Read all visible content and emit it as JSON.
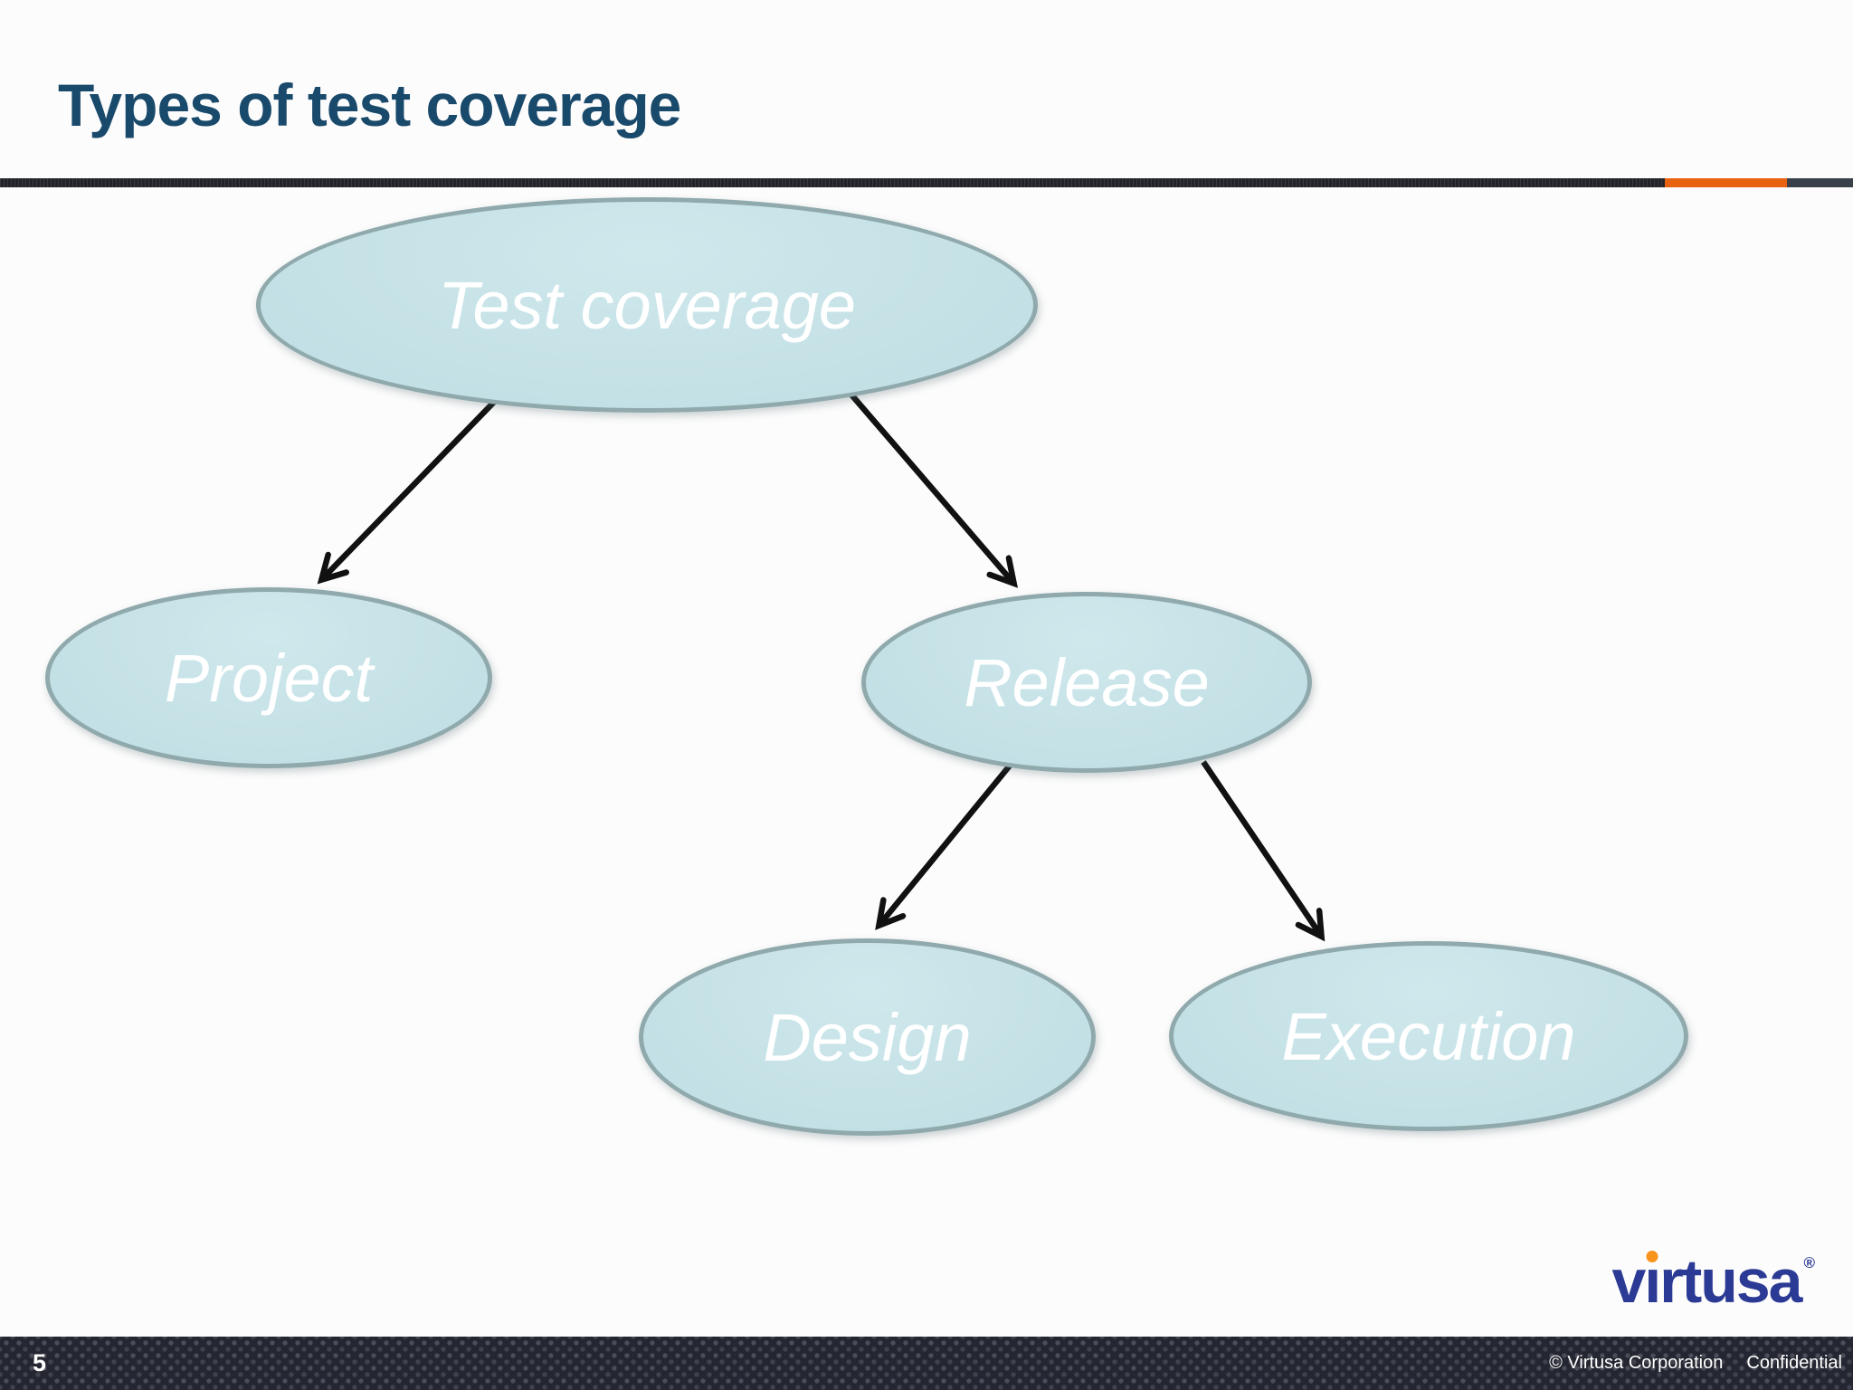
{
  "slide": {
    "title": "Types of test coverage",
    "page_number": "5",
    "footer_copyright": "© Virtusa Corporation",
    "footer_confidential": "Confidential"
  },
  "logo": {
    "part_before_i": "v",
    "part_i": "ı",
    "part_after_i": "rtusa",
    "registered_mark": "®"
  },
  "diagram": {
    "type": "tree",
    "nodes": [
      {
        "id": "test-coverage",
        "label": "Test coverage"
      },
      {
        "id": "project",
        "label": "Project"
      },
      {
        "id": "release",
        "label": "Release"
      },
      {
        "id": "design",
        "label": "Design"
      },
      {
        "id": "execution",
        "label": "Execution"
      }
    ],
    "edges": [
      {
        "from": "test-coverage",
        "to": "project"
      },
      {
        "from": "test-coverage",
        "to": "release"
      },
      {
        "from": "release",
        "to": "design"
      },
      {
        "from": "release",
        "to": "execution"
      }
    ]
  },
  "colors": {
    "title_text": "#1A4A6B",
    "divider_dark": "#23242A",
    "divider_accent_orange": "#E8630F",
    "divider_right_gray": "#3A4049",
    "node_fill": "#C4E1E6",
    "node_border": "#8FA9AC",
    "node_text": "#FFFFFF",
    "arrow": "#111111",
    "footer_background": "#242631",
    "footer_text": "#FFFFFF",
    "logo_blue": "#2B3A94",
    "logo_orange": "#F7941D"
  }
}
